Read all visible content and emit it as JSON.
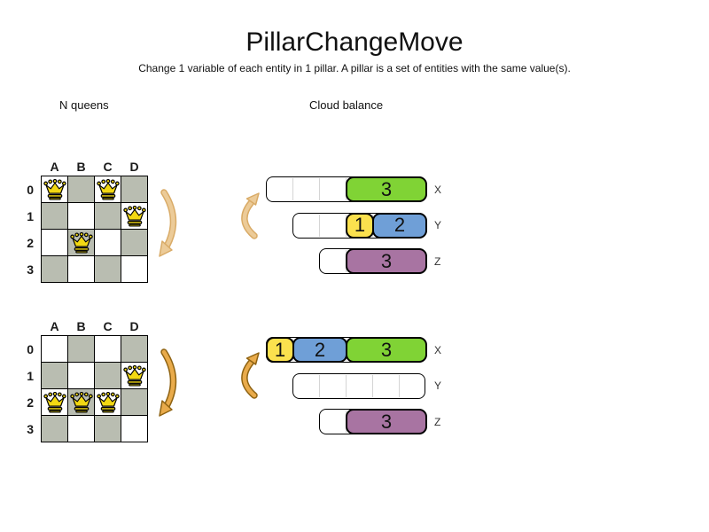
{
  "title": "PillarChangeMove",
  "subtitle": "Change 1 variable of each entity in 1 pillar. A pillar is a set of entities with the same value(s).",
  "sections": {
    "nqueens_label": "N queens",
    "cloudbalance_label": "Cloud balance"
  },
  "colors": {
    "board_dark_square": "#b9bdb1",
    "queen_gold": "#f2d813",
    "block_green": "#80d335",
    "block_yellow": "#fbe14e",
    "block_blue": "#6f9fd7",
    "block_purple": "#a874a2",
    "arrow_light_fill": "#eccb98",
    "arrow_light_stroke": "#d9ab67",
    "arrow_dark_fill": "#e9ab4b",
    "arrow_dark_stroke": "#8f6312"
  },
  "boards": [
    {
      "name": "before",
      "columns": [
        "A",
        "B",
        "C",
        "D"
      ],
      "rows": [
        "0",
        "1",
        "2",
        "3"
      ],
      "queens": [
        [
          0,
          0
        ],
        [
          2,
          0
        ],
        [
          3,
          1
        ],
        [
          1,
          2
        ]
      ]
    },
    {
      "name": "after",
      "columns": [
        "A",
        "B",
        "C",
        "D"
      ],
      "rows": [
        "0",
        "1",
        "2",
        "3"
      ],
      "queens": [
        [
          3,
          1
        ],
        [
          0,
          2
        ],
        [
          1,
          2
        ],
        [
          2,
          2
        ]
      ]
    }
  ],
  "cloud_groups": [
    {
      "name": "before",
      "rows": [
        {
          "label": "X",
          "offset": 0,
          "capacity": 6,
          "blocks": [
            {
              "value": "3",
              "offset": 3,
              "span": 3,
              "color": "green"
            }
          ]
        },
        {
          "label": "Y",
          "offset": 1,
          "capacity": 5,
          "blocks": [
            {
              "value": "1",
              "offset": 2,
              "span": 1,
              "color": "yellow"
            },
            {
              "value": "2",
              "offset": 3,
              "span": 2,
              "color": "blue"
            }
          ]
        },
        {
          "label": "Z",
          "offset": 2,
          "capacity": 4,
          "blocks": [
            {
              "value": "3",
              "offset": 1,
              "span": 3,
              "color": "purple"
            }
          ]
        }
      ]
    },
    {
      "name": "after",
      "rows": [
        {
          "label": "X",
          "offset": 0,
          "capacity": 6,
          "blocks": [
            {
              "value": "1",
              "offset": 0,
              "span": 1,
              "color": "yellow"
            },
            {
              "value": "2",
              "offset": 1,
              "span": 2,
              "color": "blue"
            },
            {
              "value": "3",
              "offset": 3,
              "span": 3,
              "color": "green"
            }
          ]
        },
        {
          "label": "Y",
          "offset": 1,
          "capacity": 5,
          "blocks": []
        },
        {
          "label": "Z",
          "offset": 2,
          "capacity": 4,
          "blocks": [
            {
              "value": "3",
              "offset": 1,
              "span": 3,
              "color": "purple"
            }
          ]
        }
      ]
    }
  ]
}
